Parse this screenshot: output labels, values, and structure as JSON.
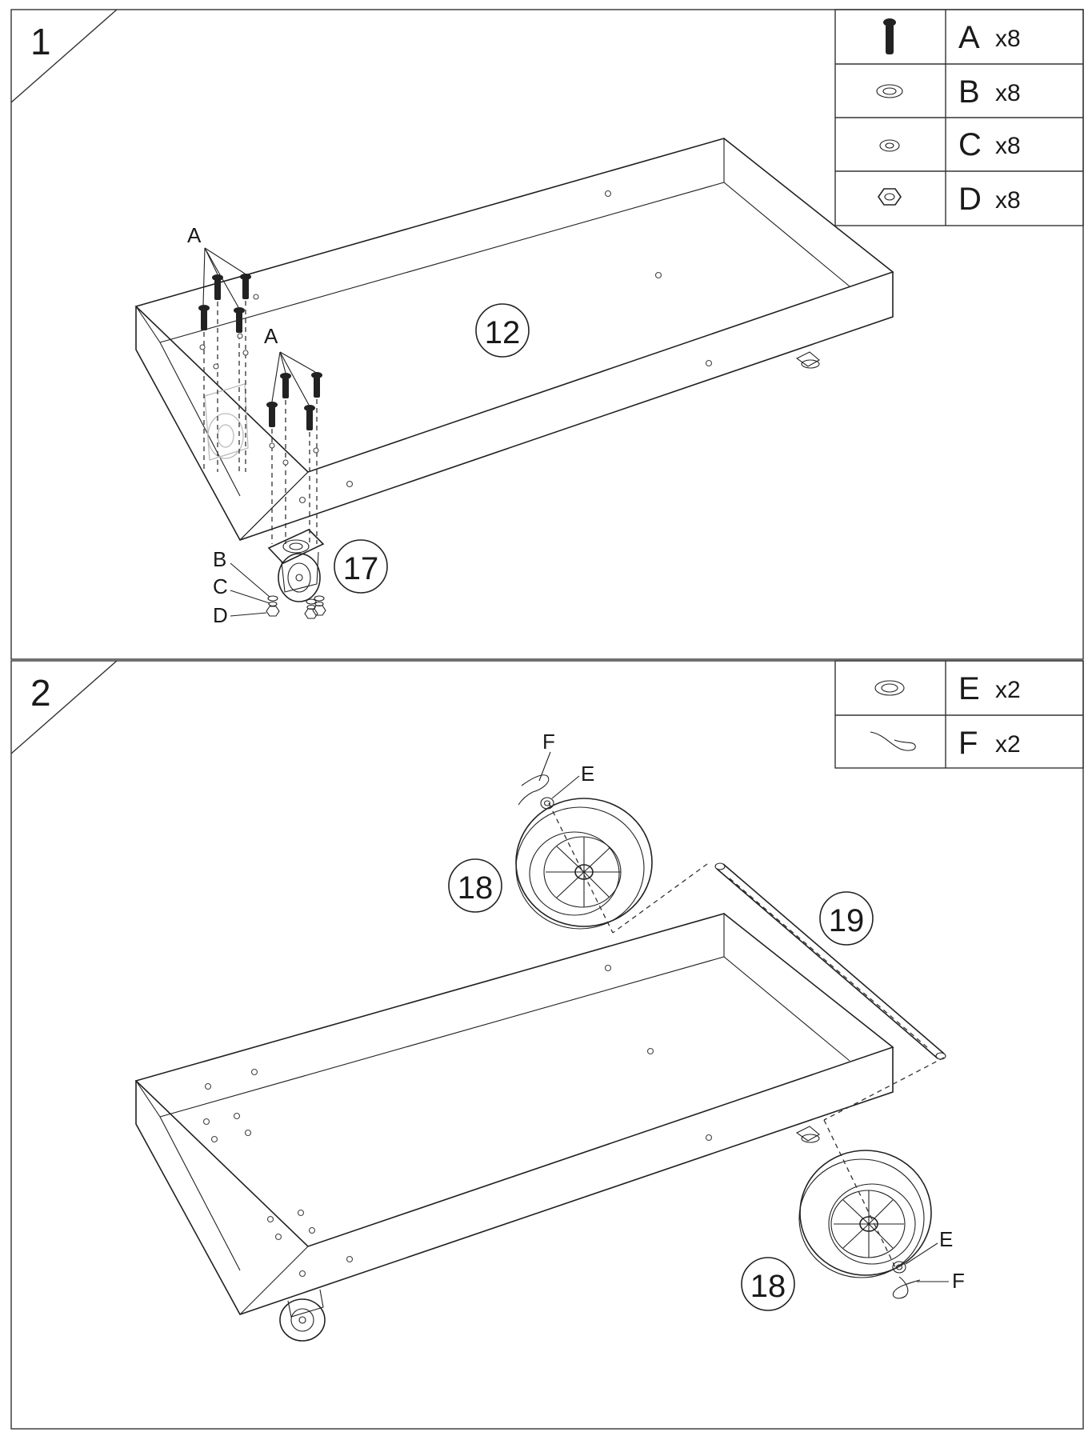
{
  "steps": [
    {
      "number": "1",
      "hardware": [
        {
          "icon": "screw-icon",
          "letter": "A",
          "count": "x8"
        },
        {
          "icon": "washer-large-icon",
          "letter": "B",
          "count": "x8"
        },
        {
          "icon": "washer-small-icon",
          "letter": "C",
          "count": "x8"
        },
        {
          "icon": "hex-nut-icon",
          "letter": "D",
          "count": "x8"
        }
      ],
      "parts": {
        "tray": "12",
        "caster": "17"
      },
      "callouts": {
        "screw_group_1": "A",
        "screw_group_2": "A",
        "washer": "B",
        "lock_washer": "C",
        "nut": "D"
      }
    },
    {
      "number": "2",
      "hardware": [
        {
          "icon": "washer-large-icon",
          "letter": "E",
          "count": "x2"
        },
        {
          "icon": "cotter-pin-icon",
          "letter": "F",
          "count": "x2"
        }
      ],
      "parts": {
        "wheel_top": "18",
        "axle": "19",
        "wheel_bottom": "18"
      },
      "callouts": {
        "pin_top": "F",
        "washer_top": "E",
        "washer_bottom": "E",
        "pin_bottom": "F"
      }
    }
  ]
}
